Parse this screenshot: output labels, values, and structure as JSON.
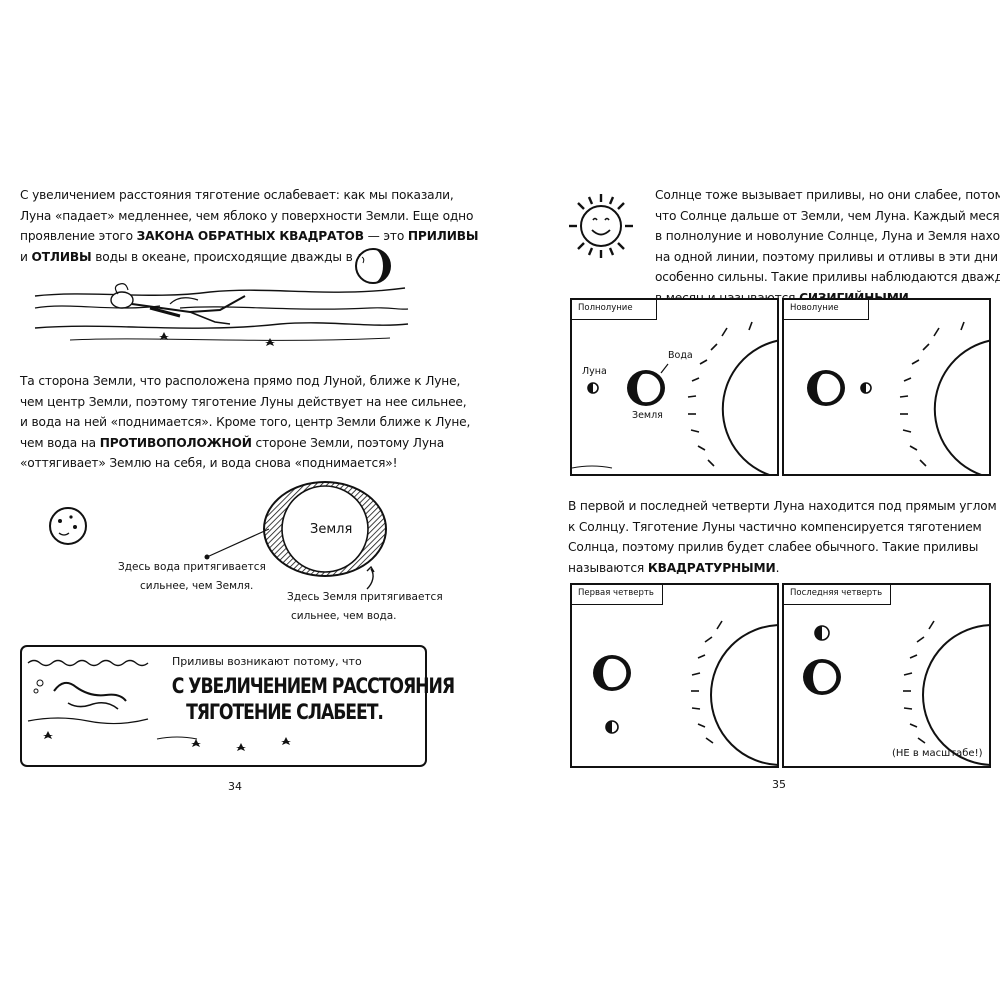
{
  "left_page": {
    "para1": {
      "line1": "С увеличением расстояния тяготение ослабевает: как мы показали,",
      "line2": "Луна «падает» медленнее, чем яблоко у поверхности Земли. Еще одно",
      "line3_a": "проявление этого ",
      "line3_b": "ЗАКОНА ОБРАТНЫХ КВАДРАТОВ",
      "line3_c": " — это ",
      "line3_d": "ПРИЛИВЫ",
      "line4_a": "и ",
      "line4_b": "ОТЛИВЫ",
      "line4_c": " воды в океане, происходящие дважды в день."
    },
    "para2": {
      "line1": "Та сторона Земли, что расположена прямо под Луной, ближе к Луне,",
      "line2": "чем центр Земли, поэтому тяготение Луны действует на нее сильнее,",
      "line3": "и вода на ней «поднимается». Кроме того, центр Земли ближе к Луне,",
      "line4_a": "чем вода на ",
      "line4_b": "ПРОТИВОПОЛОЖНОЙ",
      "line4_c": " стороне Земли, поэтому Луна",
      "line5": "«оттягивает» Землю на себя, и вода снова «поднимается»!"
    },
    "diagram": {
      "earth_label": "Земля",
      "note1_line1": "Здесь вода притягивается",
      "note1_line2": "сильнее, чем Земля.",
      "note2_line1": "Здесь Земля притягивается",
      "note2_line2": "сильнее, чем вода."
    },
    "summary": {
      "intro": "Приливы возникают потому, что",
      "big_line1": "С УВЕЛИЧЕНИЕМ РАССТОЯНИЯ",
      "big_line2": "ТЯГОТЕНИЕ СЛАБЕЕТ."
    },
    "page_number": "34"
  },
  "right_page": {
    "para1": {
      "line1": "Солнце тоже вызывает приливы, но они слабее, потому",
      "line2": "что Солнце дальше от Земли, чем Луна. Каждый месяц",
      "line3": "в полнолуние и новолуние Солнце, Луна и Земля находятся",
      "line4": "на одной линии, поэтому приливы и отливы в эти дни",
      "line5": "особенно сильны. Такие приливы наблюдаются дважды",
      "line6_a": "в месяц и называются ",
      "line6_b": "СИЗИГИЙНЫМИ",
      "line6_c": "."
    },
    "panels_top": {
      "full_moon": {
        "tab": "Полнолуние",
        "moon_label": "Луна",
        "water_label": "Вода",
        "earth_label": "Земля"
      },
      "new_moon": {
        "tab": "Новолуние"
      }
    },
    "para2": {
      "line1": "В первой и последней четверти Луна находится под прямым углом",
      "line2": "к Солнцу. Тяготение Луны частично компенсируется тяготением",
      "line3": "Солнца, поэтому прилив будет слабее обычного. Такие приливы",
      "line4_a": "называются ",
      "line4_b": "КВАДРАТУРНЫМИ",
      "line4_c": "."
    },
    "panels_bottom": {
      "first_quarter": {
        "tab": "Первая четверть"
      },
      "last_quarter": {
        "tab": "Последняя четверть",
        "note": "(НЕ в масштабе!)"
      }
    },
    "page_number": "35"
  }
}
